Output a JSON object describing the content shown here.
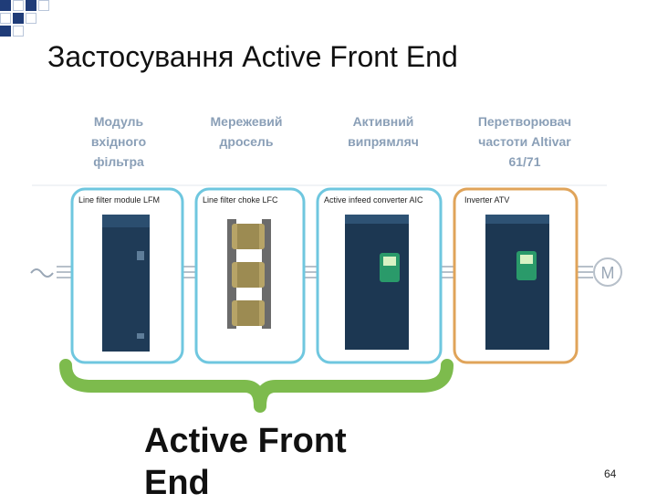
{
  "title": "Застосування Active Front End",
  "columns": [
    {
      "label": "Модуль\nвхідного\nфільтра",
      "box_label": "Line filter module LFM"
    },
    {
      "label": "Мережевий\nдросель",
      "box_label": "Line filter choke LFC"
    },
    {
      "label": "Активний\nвипрямляч",
      "box_label": "Active infeed converter AIC"
    },
    {
      "label": "Перетворювач\nчастоти Altivar\n61/71",
      "box_label": "Inverter ATV"
    }
  ],
  "motor_label": "M",
  "brace_label": "Active Front\n  End",
  "page_number": "64",
  "colors": {
    "accent_blue": "#6fc7df",
    "accent_orange": "#e0a45a",
    "brace_green": "#7dbb4d",
    "column_label": "#8a9fb7",
    "corner_squares": "#1f3c78"
  }
}
